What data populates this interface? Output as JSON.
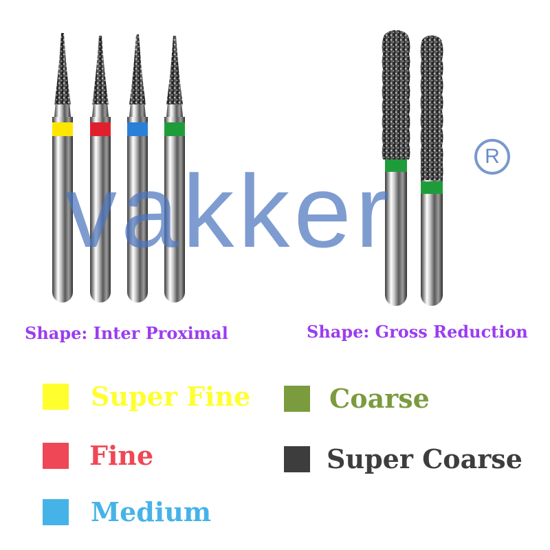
{
  "brand": {
    "logo_text": "vakker",
    "registered_mark": "R"
  },
  "captions": {
    "left": "Shape: Inter Proximal",
    "right": "Shape: Gross Reduction"
  },
  "burs": [
    {
      "shape": "inter-proximal",
      "band_color": "#ffe600"
    },
    {
      "shape": "inter-proximal",
      "band_color": "#e1202e"
    },
    {
      "shape": "inter-proximal",
      "band_color": "#2a7fd8"
    },
    {
      "shape": "inter-proximal",
      "band_color": "#1f9c3a"
    },
    {
      "shape": "gross-reduction",
      "band_color": "#1f9c3a"
    },
    {
      "shape": "gross-reduction",
      "band_color": "#1f9c3a"
    }
  ],
  "legend": [
    {
      "label": "Super Fine",
      "swatch_color": "#ffff2e",
      "text_color": "#ffff2e"
    },
    {
      "label": "Coarse",
      "swatch_color": "#7b9b3f",
      "text_color": "#7b9b3f"
    },
    {
      "label": "Fine",
      "swatch_color": "#ef4755",
      "text_color": "#ef4755"
    },
    {
      "label": "Super Coarse",
      "swatch_color": "#3d3d3d",
      "text_color": "#3d3d3d"
    },
    {
      "label": "Medium",
      "swatch_color": "#46b3e8",
      "text_color": "#46b3e8"
    }
  ],
  "colors": {
    "caption": "#9b3df0",
    "logo": "#4c76be"
  }
}
